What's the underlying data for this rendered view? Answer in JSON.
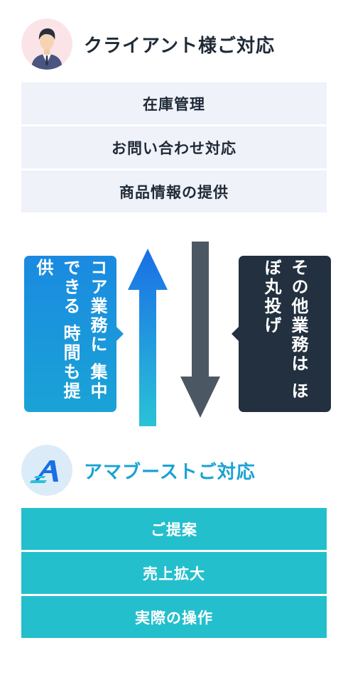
{
  "client_section": {
    "title": "クライアント様ご対応",
    "tasks": [
      "在庫管理",
      "お問い合わせ対応",
      "商品情報の提供"
    ]
  },
  "callouts": {
    "left": "コア業務に 集中できる 時間も提供",
    "right": "その他業務は ほぼ丸投げ"
  },
  "amabo_section": {
    "title": "アマブーストご対応",
    "tasks": [
      "ご提案",
      "売上拡大",
      "実際の操作"
    ]
  },
  "colors": {
    "client_title": "#1f2a36",
    "amabo_title": "#1aa2d3",
    "client_row_bg": "#f0f2fa",
    "amabo_row_bg": "#24bfcc",
    "up_arrow_top": "#1a6fe6",
    "up_arrow_bottom": "#2ac2d6",
    "down_arrow": "#4b5864",
    "left_callout": "#1a8ae0",
    "right_callout": "#22303f"
  },
  "icons": {
    "client_avatar": "businessman-avatar-icon",
    "amabo_logo": "amabo-logo-icon"
  }
}
